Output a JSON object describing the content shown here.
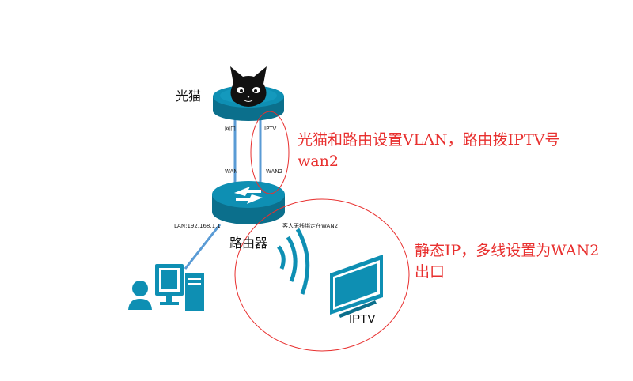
{
  "labels": {
    "modem": "光猫",
    "router": "路由器",
    "modem_port_net": "网口",
    "modem_port_iptv": "IPTV",
    "router_wan": "WAN",
    "router_wan2": "WAN2",
    "lan_ip": "LAN:192.168.1.1",
    "wireless_note": "客人无线绑定在WAN2",
    "iptv_device": "IPTV"
  },
  "annotations": {
    "top_line1": "光猫和路由设置VLAN，路由拨IPTV号",
    "top_line2": "wan2",
    "bottom_line1": "静态IP，多线设置为WAN2",
    "bottom_line2": "出口"
  },
  "colors": {
    "device": "#0e8fb3",
    "device_dark": "#0b6f8c",
    "cable": "#5a9bd5",
    "annotation": "#e8302f"
  },
  "icons": {
    "modem": "cat-face-icon",
    "router": "router-arrows-icon",
    "pc": "desktop-computer-icon",
    "user": "user-icon",
    "wifi": "wifi-waves-icon",
    "tv": "television-icon"
  }
}
